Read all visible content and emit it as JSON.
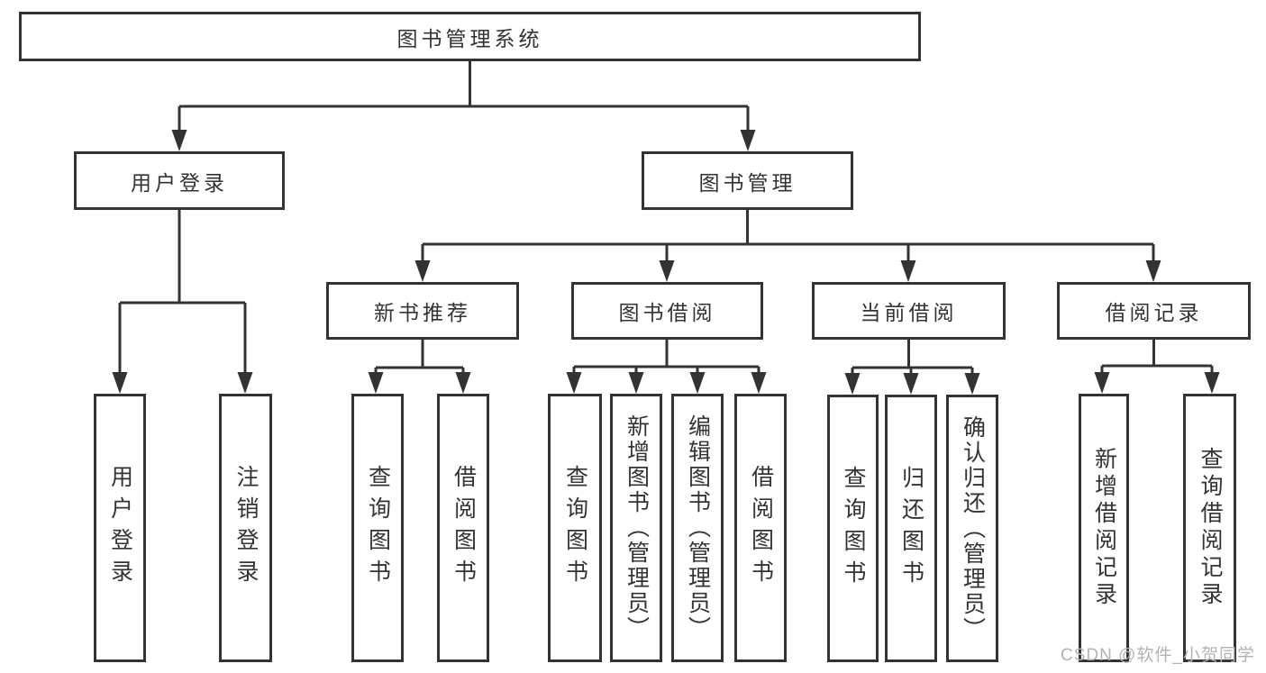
{
  "watermark": "CSDN @软件_小贺同学",
  "colors": {
    "line": "#333333",
    "border": "#333333",
    "text": "#333333",
    "watermark_text": "#b3b3b3",
    "background": "#ffffff"
  },
  "nodes": {
    "root": {
      "label": "图书管理系统"
    },
    "level2": [
      {
        "label": "用户登录"
      },
      {
        "label": "图书管理"
      }
    ],
    "level3": [
      {
        "label": "新书推荐",
        "parent": "图书管理"
      },
      {
        "label": "图书借阅",
        "parent": "图书管理"
      },
      {
        "label": "当前借阅",
        "parent": "图书管理"
      },
      {
        "label": "借阅记录",
        "parent": "图书管理"
      }
    ],
    "leaves": [
      {
        "label": "用户登录",
        "parent": "用户登录"
      },
      {
        "label": "注销登录",
        "parent": "用户登录"
      },
      {
        "label": "查询图书",
        "parent": "新书推荐"
      },
      {
        "label": "借阅图书",
        "parent": "新书推荐"
      },
      {
        "label": "查询图书",
        "parent": "图书借阅"
      },
      {
        "label": "新增图书（管理员）",
        "parent": "图书借阅"
      },
      {
        "label": "编辑图书（管理员）",
        "parent": "图书借阅"
      },
      {
        "label": "借阅图书",
        "parent": "图书借阅"
      },
      {
        "label": "查询图书",
        "parent": "当前借阅"
      },
      {
        "label": "归还图书",
        "parent": "当前借阅"
      },
      {
        "label": "确认归还（管理员）",
        "parent": "当前借阅"
      },
      {
        "label": "新增借阅记录",
        "parent": "借阅记录"
      },
      {
        "label": "查询借阅记录",
        "parent": "借阅记录"
      }
    ]
  }
}
